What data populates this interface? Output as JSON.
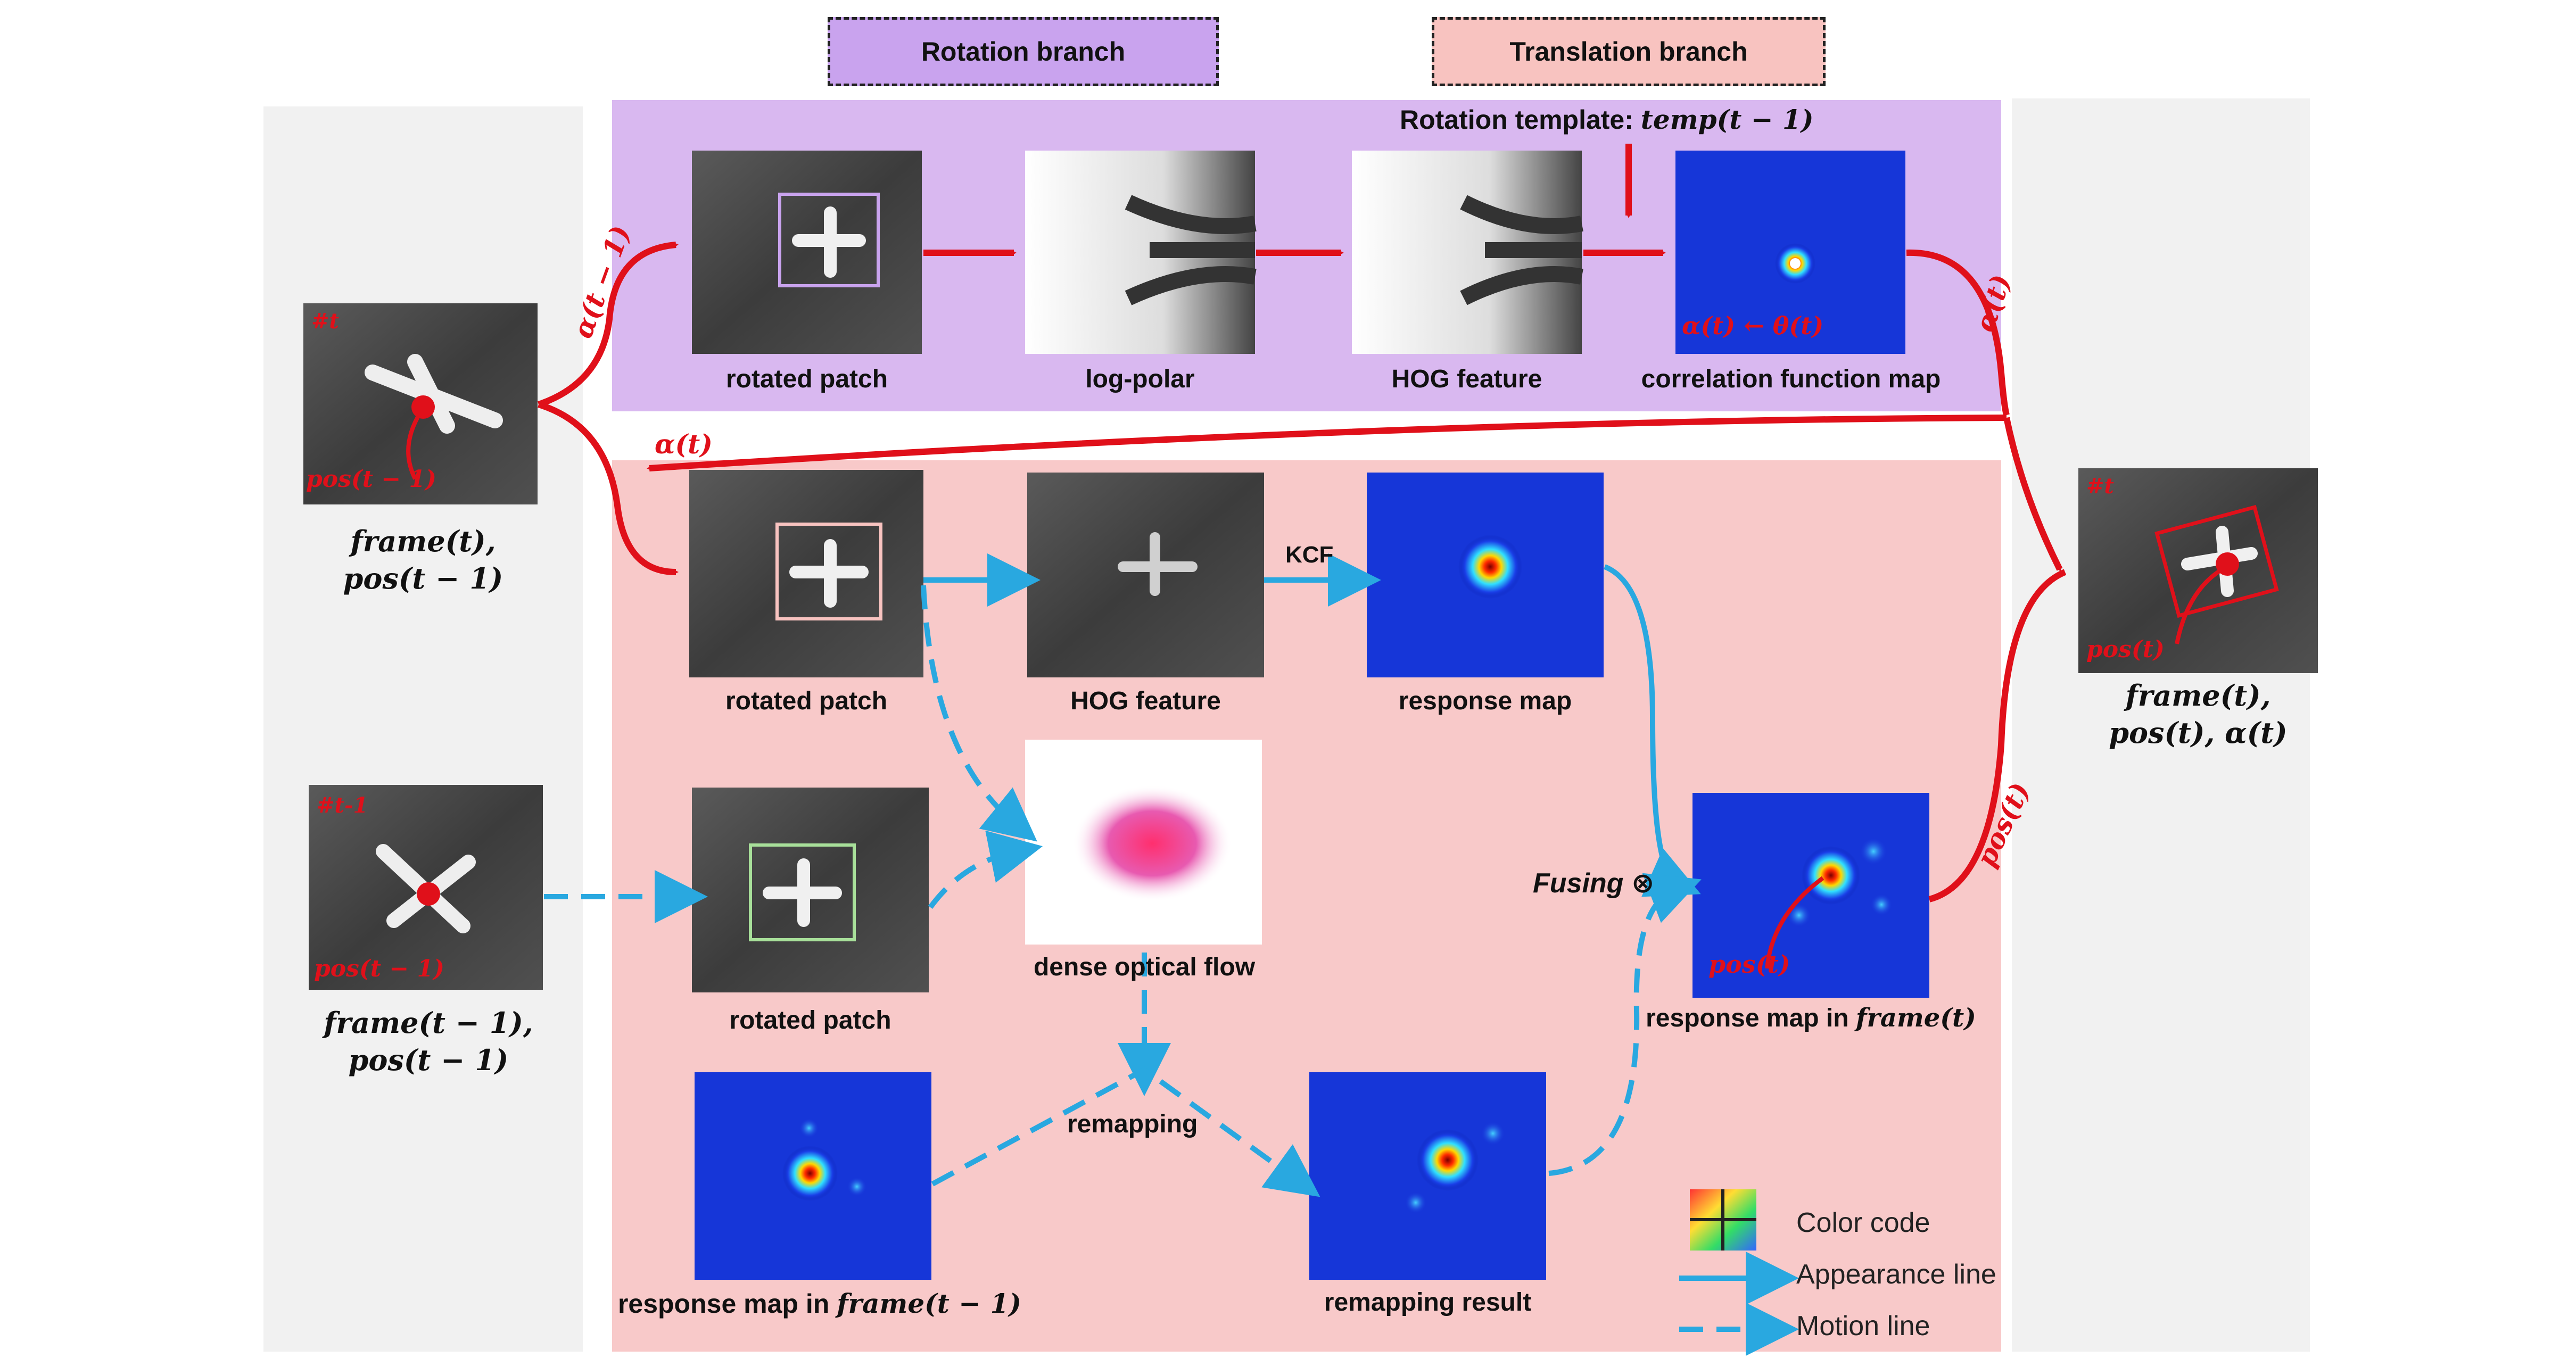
{
  "branches": {
    "rotation": "Rotation branch",
    "translation": "Translation branch"
  },
  "inputs": {
    "frame_t_tag": "#t",
    "frame_t_pos": "pos(t − 1)",
    "frame_t_caption_line1": "frame(t),",
    "frame_t_caption_line2": "pos(t − 1)",
    "frame_t1_tag": "#t-1",
    "frame_t1_pos": "pos(t − 1)",
    "frame_t1_caption_line1": "frame(t − 1),",
    "frame_t1_caption_line2": "pos(t − 1)"
  },
  "rotation_row": {
    "template_label_text": "Rotation template: ",
    "template_label_math": "temp(t − 1)",
    "patch_caption": "rotated patch",
    "logpolar_caption": "log-polar",
    "hog_caption": "HOG feature",
    "corr_caption": "correlation function map",
    "corr_inner_label": "α(t) ← θ(t)",
    "alpha_prev": "α(t − 1)",
    "alpha_out": "α(t)",
    "alpha_back": "α(t)"
  },
  "translation_rows": {
    "patch1_caption": "rotated patch",
    "hog_caption": "HOG feature",
    "kcf_label": "KCF",
    "response_caption": "response map",
    "patch2_caption": "rotated patch",
    "flow_caption": "dense optical flow",
    "fusing_label": "Fusing",
    "fused_caption_text": "response map in ",
    "fused_caption_math": "frame(t)",
    "fused_inner_label": "pos(t)",
    "pos_out": "pos(t)",
    "remapping_label": "remapping",
    "prev_resp_caption_text": "response map in ",
    "prev_resp_caption_math": "frame(t − 1)",
    "remap_result_caption": "remapping result"
  },
  "output": {
    "tag": "#t",
    "pos_label": "pos(t)",
    "caption_line1": "frame(t),",
    "caption_line2": "pos(t), α(t)"
  },
  "legend": {
    "color_code": "Color code",
    "appearance_line": "Appearance line",
    "motion_line": "Motion line"
  },
  "colors": {
    "rotation_bg": "#d9b8f0",
    "translation_bg": "#f8c9c9",
    "side_bg": "#f1f1f1",
    "red_line": "#e0101a",
    "blue_line": "#29a8e0",
    "rotation_box": "#c9a3ee",
    "translation_box": "#f8c3c0"
  }
}
